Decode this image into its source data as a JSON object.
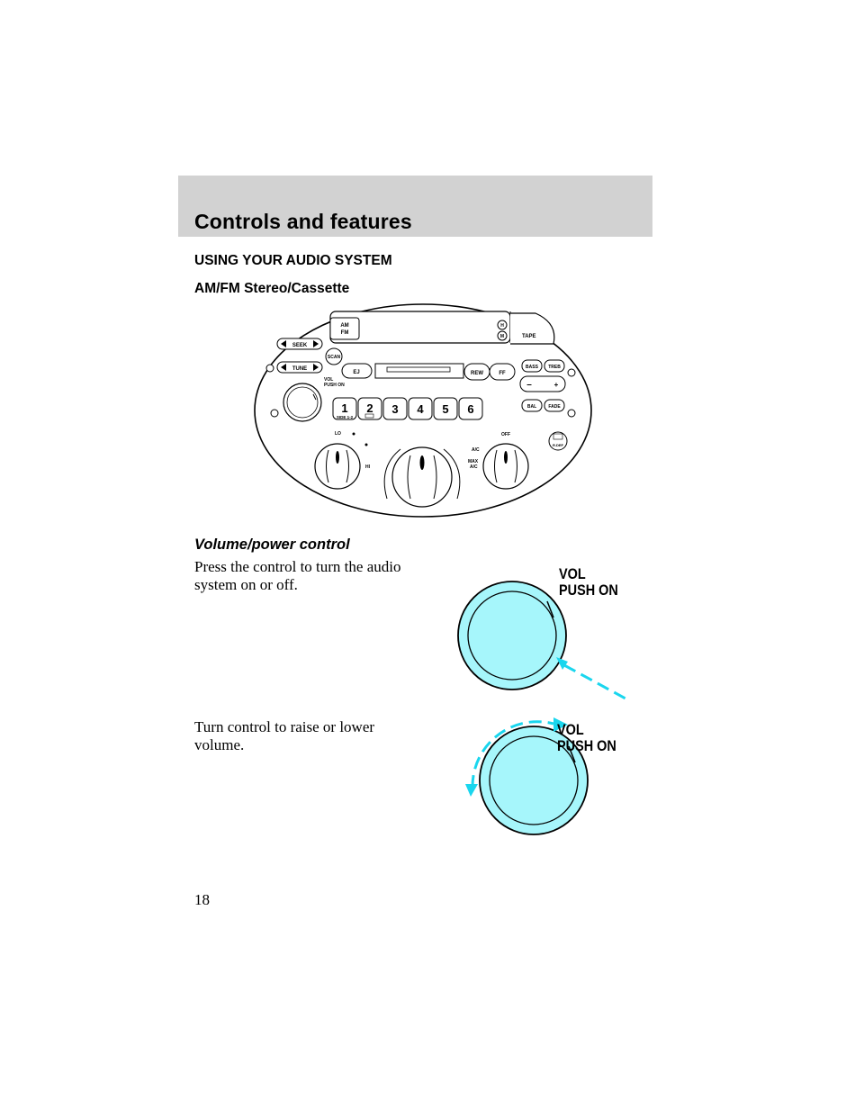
{
  "header": {
    "title": "Controls and features"
  },
  "section_title": "USING YOUR AUDIO SYSTEM",
  "subsection_title": "AM/FM Stereo/Cassette",
  "radio": {
    "am_fm_line1": "AM",
    "am_fm_line2": "FM",
    "tape": "TAPE",
    "seek": "SEEK",
    "tune": "TUNE",
    "scan": "SCAN",
    "eject": "EJ",
    "rew": "REW",
    "ff": "FF",
    "bass": "BASS",
    "treb": "TREB",
    "minus": "–",
    "plus": "+",
    "bal": "BAL",
    "fade": "FADE",
    "vol_line1": "VOL",
    "vol_line2": "PUSH ON",
    "preset_1": "1",
    "preset_2": "2",
    "preset_3": "3",
    "preset_4": "4",
    "preset_5": "5",
    "preset_6": "6",
    "side_label": "SIDE 1-2",
    "fan_lo": "LO",
    "fan_hi": "HI",
    "ac": "A/C",
    "off": "OFF",
    "max_line1": "MAX",
    "max_line2": "A/C",
    "rdef": "R.DEF",
    "memory_h": "H",
    "memory_m": "M"
  },
  "volume_section": {
    "heading": "Volume/power control",
    "para1": "Press the control to turn the audio system on or off.",
    "para2": "Turn control to raise or lower volume.",
    "knob_label_line1": "VOL",
    "knob_label_line2": "PUSH ON"
  },
  "colors": {
    "knob_fill": "#a6f6fb",
    "arrow": "#1ad6ee",
    "header_band": "#d2d2d2"
  },
  "page_number": "18"
}
